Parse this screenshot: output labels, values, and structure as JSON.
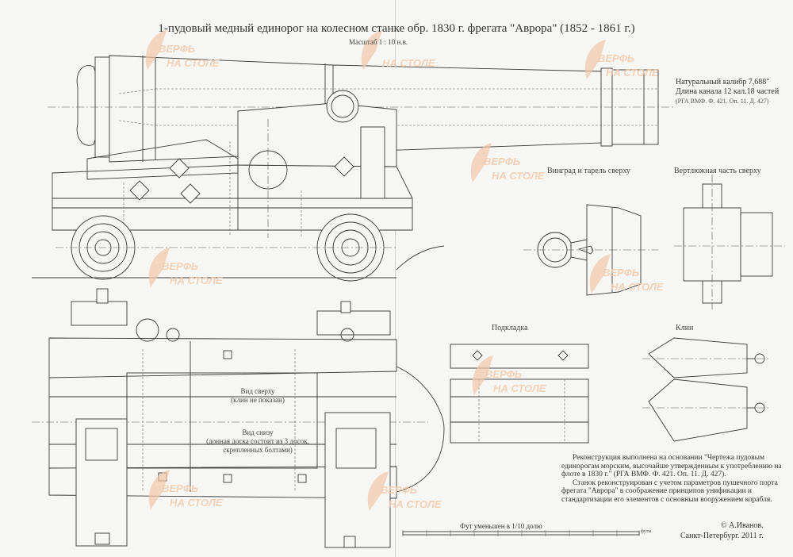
{
  "title": "1-пудовый медный единорог на колесном станке обр. 1830 г. фрегата \"Аврора\" (1852 - 1861 г.)",
  "scale": "Масштаб 1 : 10 н.в.",
  "caliber_note": {
    "line1": "Натуральный калибр 7,688\"",
    "line2": "Длина канала 12 кал.18 частей",
    "source": "(РГА ВМФ. Ф. 421. Оп. 11. Д. 427)"
  },
  "captions": {
    "vingrad": "Винград и тарель сверху",
    "vertlug": "Вертлюжная часть сверху",
    "podkladka": "Подкладка",
    "klin": "Клин",
    "view_top_l1": "Вид сверху",
    "view_top_l2": "(клин не показан)",
    "view_bottom_l1": "Вид снизу",
    "view_bottom_l2": "(донная доска состоит из 3 досок,",
    "view_bottom_l3": "скрепленных болтами)"
  },
  "reconstruction": {
    "p1": "Реконструкция выполнена на основании \"Чертежа пудовым единорогам морским, высочайше утвержденным к употреблению на флоте в 1830 г.\" (РГА ВМФ. Ф. 421. Оп. 11. Д. 427).",
    "p2": "Станок реконструирован с учетом параметров пушечного порта фрегата \"Аврора\" в соображение принципов унификации и стандартизации его элементов с основным вооружением корабля."
  },
  "scale_bar": {
    "label": "Фут уменьшен в 1/10 долю",
    "unit": "футы"
  },
  "author": {
    "name": "© А.Иванов.",
    "place_date": "Санкт-Петербург. 2011 г."
  },
  "watermark": {
    "line1": "ВЕРФЬ",
    "line2": "НА СТОЛЕ",
    "color": "#f2c8a8"
  }
}
